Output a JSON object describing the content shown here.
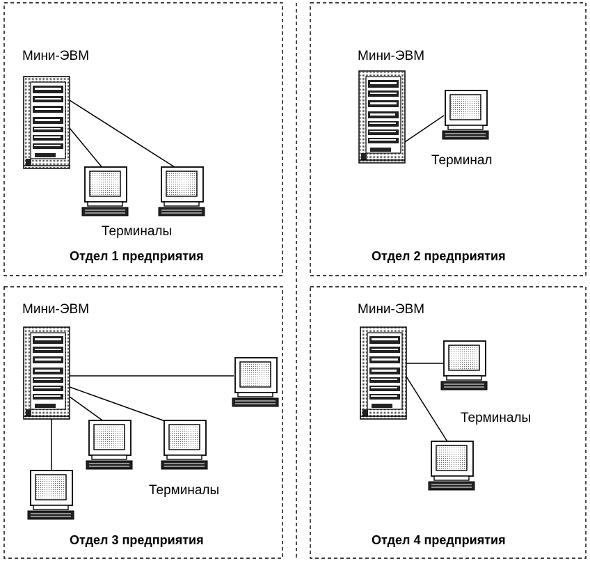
{
  "departments": [
    {
      "caption": "Отдел 1 предприятия",
      "server_label": "Мини-ЭВМ",
      "terminal_label": "Терминалы",
      "terminal_count": 2
    },
    {
      "caption": "Отдел 2 предприятия",
      "server_label": "Мини-ЭВМ",
      "terminal_label": "Терминал",
      "terminal_count": 1
    },
    {
      "caption": "Отдел 3 предприятия",
      "server_label": "Мини-ЭВМ",
      "terminal_label": "Терминалы",
      "terminal_count": 4
    },
    {
      "caption": "Отдел 4 предприятия",
      "server_label": "Мини-ЭВМ",
      "terminal_label": "Терминалы",
      "terminal_count": 2
    }
  ]
}
